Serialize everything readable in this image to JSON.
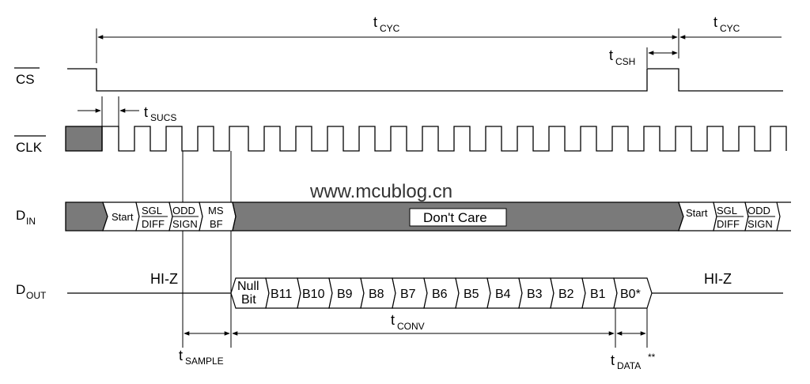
{
  "colors": {
    "line": "#000000",
    "fill": "#7a7a7a",
    "background": "#ffffff",
    "watermark": "#333333"
  },
  "signals": {
    "cs": "CS",
    "clk": "CLK",
    "din_main": "D",
    "din_sub": "IN",
    "dout_main": "D",
    "dout_sub": "OUT"
  },
  "timing": {
    "t": "t",
    "cyc": "CYC",
    "csh": "CSH",
    "sucs": "SUCS",
    "sample": "SAMPLE",
    "conv": "CONV",
    "data": "DATA",
    "data_note": "**"
  },
  "din": {
    "start": "Start",
    "sgl": "SGL",
    "diff": "DIFF",
    "odd": "ODD",
    "sign": "SIGN",
    "ms": "MS",
    "bf": "BF",
    "dont_care": "Don't Care"
  },
  "dout": {
    "hiz": "HI-Z",
    "null1": "Null",
    "null2": "Bit",
    "bits": [
      "B11",
      "B10",
      "B9",
      "B8",
      "B7",
      "B6",
      "B5",
      "B4",
      "B3",
      "B2",
      "B1",
      "B0*"
    ]
  },
  "watermark": "www.mcublog.cn"
}
